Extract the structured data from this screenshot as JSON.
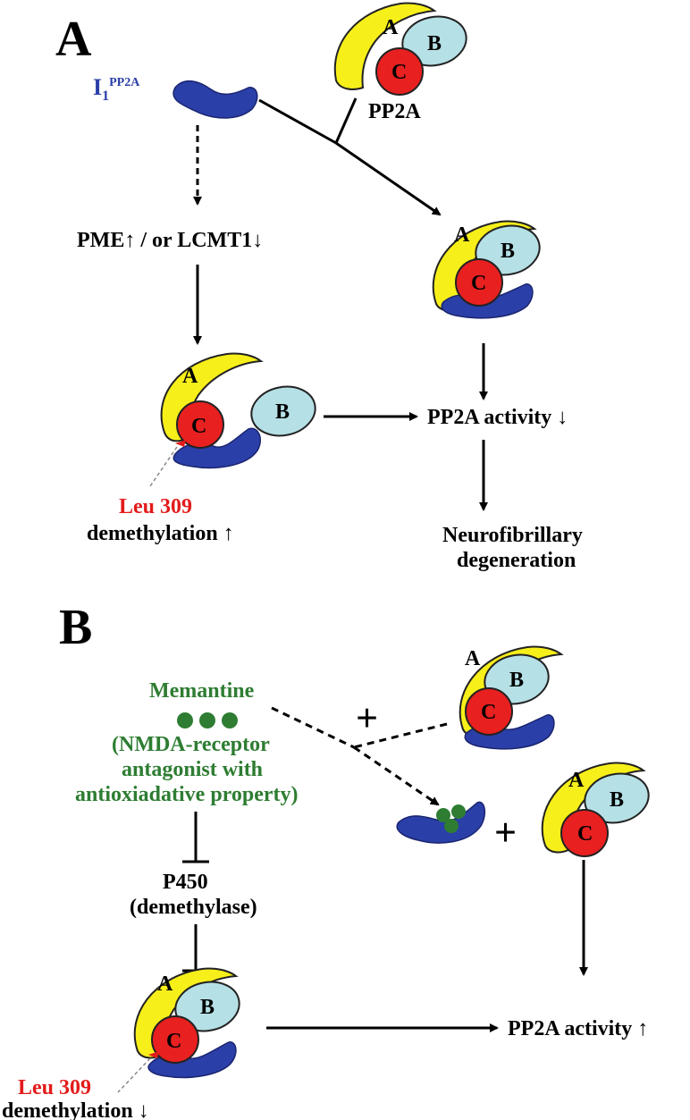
{
  "panels": {
    "a_label": "A",
    "b_label": "B"
  },
  "subunits": {
    "a": "A",
    "b": "B",
    "c": "C"
  },
  "panel_a": {
    "inhibitor_main": "I",
    "inhibitor_sub": "1",
    "inhibitor_sup": "PP2A",
    "pp2a_label": "PP2A",
    "pme_text": "PME↑ / or LCMT1↓",
    "activity_text": "PP2A activity ↓",
    "neuro_line1": "Neurofibrillary",
    "neuro_line2": "degeneration",
    "leu_text": "Leu 309",
    "demeth_text": "demethylation ↑"
  },
  "panel_b": {
    "memantine": "Memantine",
    "nmda_line1": "(NMDA-receptor",
    "nmda_line2": "antagonist with",
    "nmda_line3": "antioxiadative property)",
    "plus1": "+",
    "plus2": "+",
    "p450_line1": "P450",
    "p450_line2": "(demethylase)",
    "activity_text": "PP2A activity ↑",
    "leu_text": "Leu 309",
    "demeth_text": "demethylation ↓"
  },
  "colors": {
    "subunit_a": "#f7ef1a",
    "subunit_b": "#b5e0e6",
    "subunit_c": "#e82020",
    "inhibitor": "#2b3fa8",
    "memantine": "#2e7d32",
    "leu": "#e31b1b"
  },
  "icons": [
    "pp2a-holoenzyme-icon",
    "inhibitor-protein-icon",
    "memantine-molecule-icon"
  ]
}
